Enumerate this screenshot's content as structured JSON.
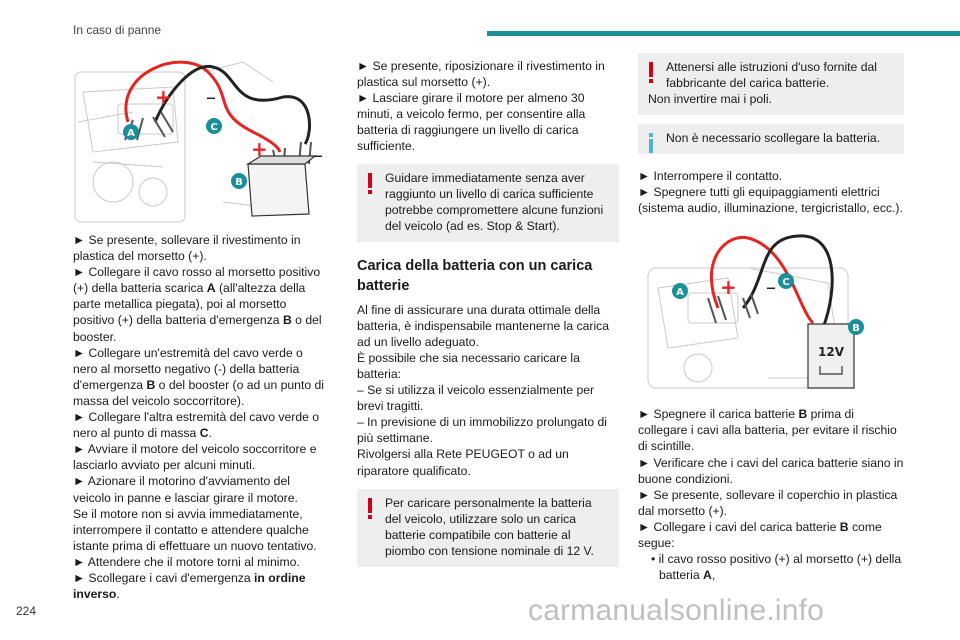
{
  "header": {
    "title": "In caso di panne",
    "accent_color": "#1a8f9a"
  },
  "page_number": "224",
  "watermark": "carmanualsonline.info",
  "figure1": {
    "labels": [
      "A",
      "B",
      "C"
    ],
    "signs": [
      "+",
      "+",
      "–",
      "–"
    ]
  },
  "figure2": {
    "labels": [
      "A",
      "B",
      "C"
    ],
    "voltage": "12V",
    "signs": [
      "+",
      "–"
    ]
  },
  "col1": {
    "p1": "► Se presente, sollevare il rivestimento in plastica del morsetto (+).",
    "p2a": "► Collegare il cavo rosso al morsetto positivo (+) della batteria scarica ",
    "p2b": "A",
    "p2c": " (all'altezza della parte metallica piegata), poi al morsetto positivo (+) della batteria d'emergenza ",
    "p2d": "B",
    "p2e": " o del booster.",
    "p3a": "► Collegare un'estremità del cavo verde o nero al morsetto negativo (-) della batteria d'emergenza ",
    "p3b": "B",
    "p3c": " o del booster (o ad un punto di massa del veicolo soccorritore).",
    "p4a": "► Collegare l'altra estremità del cavo verde o nero al punto di massa ",
    "p4b": "C",
    "p4c": ".",
    "p5": "► Avviare il motore del veicolo soccorritore e lasciarlo avviato per alcuni minuti.",
    "p6": "► Azionare il motorino d'avviamento del veicolo in panne e lasciar girare il motore.",
    "p7": "Se il motore non si avvia immediatamente, interrompere il contatto e attendere qualche istante prima di effettuare un nuovo tentativo.",
    "p8": "► Attendere che il motore torni al minimo.",
    "p9a": "► Scollegare i cavi d'emergenza ",
    "p9b": "in ordine inverso",
    "p9c": "."
  },
  "col2": {
    "p1": "► Se presente, riposizionare il rivestimento in plastica sul morsetto (+).",
    "p2": "► Lasciare girare il motore per almeno 30 minuti, a veicolo fermo, per consentire alla batteria di raggiungere un livello di carica sufficiente.",
    "warn1": "Guidare immediatamente senza aver raggiunto un livello di carica sufficiente potrebbe compromettere alcune funzioni del veicolo (ad es. Stop & Start).",
    "heading": "Carica della batteria con un carica batterie",
    "p3": "Al fine di assicurare una durata ottimale della batteria, è indispensabile mantenerne la carica ad un livello adeguato.",
    "p4": "È possibile che sia necessario caricare la batteria:",
    "p5": "– Se si utilizza il veicolo essenzialmente per brevi tragitti.",
    "p6": "– In previsione di un immobilizzo prolungato di più settimane.",
    "p7": "Rivolgersi alla Rete PEUGEOT o ad un riparatore qualificato.",
    "warn2": "Per caricare personalmente la batteria del veicolo, utilizzare solo un carica batterie compatibile con batterie al piombo con tensione nominale di 12 V."
  },
  "col3": {
    "warn1": "Attenersi alle istruzioni d'uso fornite dal fabbricante del carica batterie.",
    "warn1b": "Non invertire mai i poli.",
    "info1": "Non è necessario scollegare la batteria.",
    "p1": "► Interrompere il contatto.",
    "p2": "► Spegnere tutti gli equipaggiamenti elettrici (sistema audio, illuminazione, tergicristallo, ecc.).",
    "p3a": "► Spegnere il carica batterie ",
    "p3b": "B",
    "p3c": " prima di collegare i cavi alla batteria, per evitare il rischio di scintille.",
    "p4": "► Verificare che i cavi del carica batterie siano in buone condizioni.",
    "p5": "► Se presente, sollevare il coperchio in plastica dal morsetto (+).",
    "p6a": "► Collegare i cavi del carica batterie ",
    "p6b": "B",
    "p6c": " come segue:",
    "p7a": "• il cavo rosso positivo (+) al morsetto (+) della batteria ",
    "p7b": "A",
    "p7c": ","
  },
  "colors": {
    "warning": "#d0021b",
    "info": "#4fb3d9",
    "badge": "#1a8f9a",
    "note_bg": "#eeeeee"
  }
}
